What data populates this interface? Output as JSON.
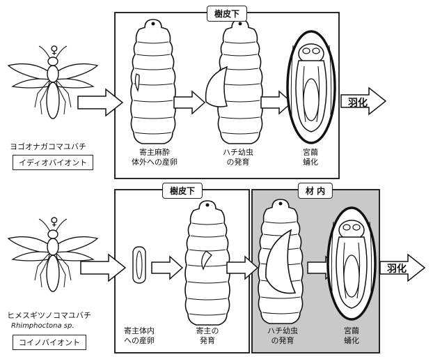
{
  "top": {
    "section_badge": "樹皮下",
    "female_symbol": "♀",
    "species_name": "ヨゴオナガコマユバチ",
    "strategy": "イディオバイオント",
    "stage1_line1": "寄主麻酔",
    "stage1_line2": "体外への産卵",
    "stage2_line1": "ハチ幼虫",
    "stage2_line2": "の発育",
    "stage3_line1": "宮繭",
    "stage3_line2": "蛹化",
    "emergence": "羽化"
  },
  "bottom": {
    "section_badge_left": "樹皮下",
    "section_badge_right": "材 内",
    "female_symbol": "♀",
    "species_name": "ヒメスギツノコマユバチ",
    "species_latin": "Rhimphoctona sp.",
    "strategy": "コイノバイオント",
    "stage1_line1": "寄主体内",
    "stage1_line2": "への産卵",
    "stage2_line1": "寄主の",
    "stage2_line2": "発育",
    "stage3_line1": "ハチ幼虫",
    "stage3_line2": "の発育",
    "stage4_line1": "宮繭",
    "stage4_line2": "蛹化",
    "emergence": "羽化"
  }
}
